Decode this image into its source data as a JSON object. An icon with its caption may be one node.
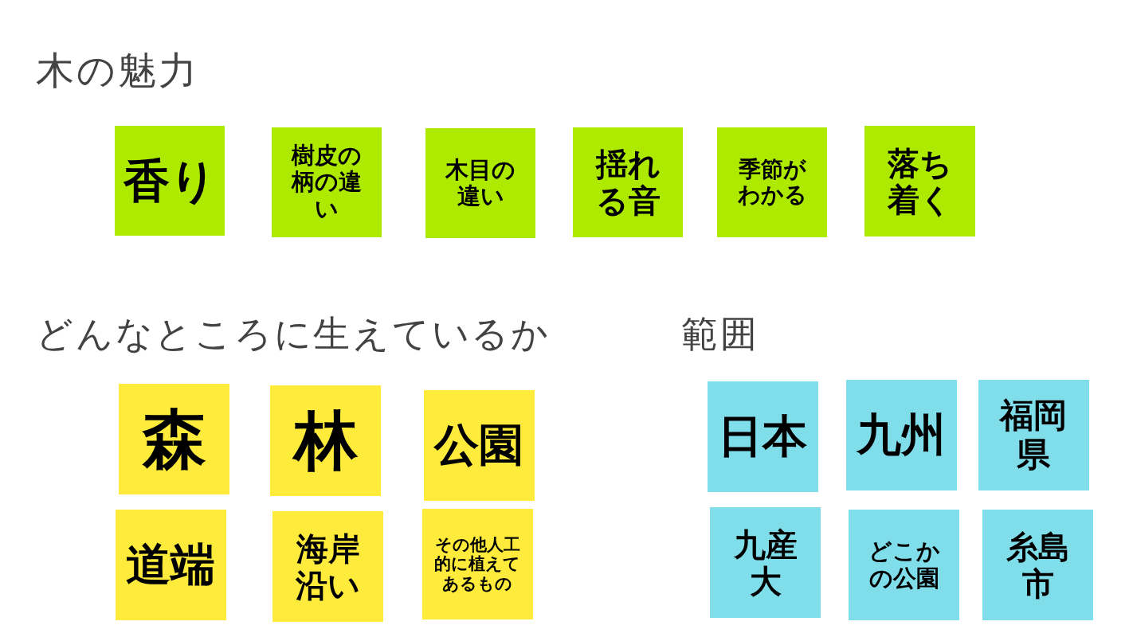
{
  "diagram": {
    "nodes": [
      {
        "text": [
          "香り"
        ]
      },
      {
        "text": [
          "樹皮の柄の違い"
        ]
      },
      {
        "text": [
          "木目の違い"
        ]
      },
      {
        "text": [
          "揺れる音"
        ]
      },
      {
        "text": [
          "季節がわかる"
        ]
      },
      {
        "text": [
          "落ち着く"
        ]
      },
      {
        "text": [
          "森"
        ]
      },
      {
        "text": [
          "林"
        ]
      },
      {
        "text": [
          "公園"
        ]
      },
      {
        "text": [
          "道端"
        ]
      },
      {
        "text": [
          "海岸沿い"
        ]
      },
      {
        "text": [
          "その他人工的に植えてあるもの"
        ]
      },
      {
        "text": [
          "日本"
        ]
      },
      {
        "text": [
          "九州"
        ]
      },
      {
        "text": [
          "福岡県"
        ]
      },
      {
        "text": [
          "九産大"
        ]
      },
      {
        "text": [
          "どこかの公園"
        ]
      },
      {
        "text": [
          "糸島市"
        ]
      }
    ],
    "labels": [
      "木の魅力",
      "どんなところに生えているか",
      "範囲"
    ]
  }
}
